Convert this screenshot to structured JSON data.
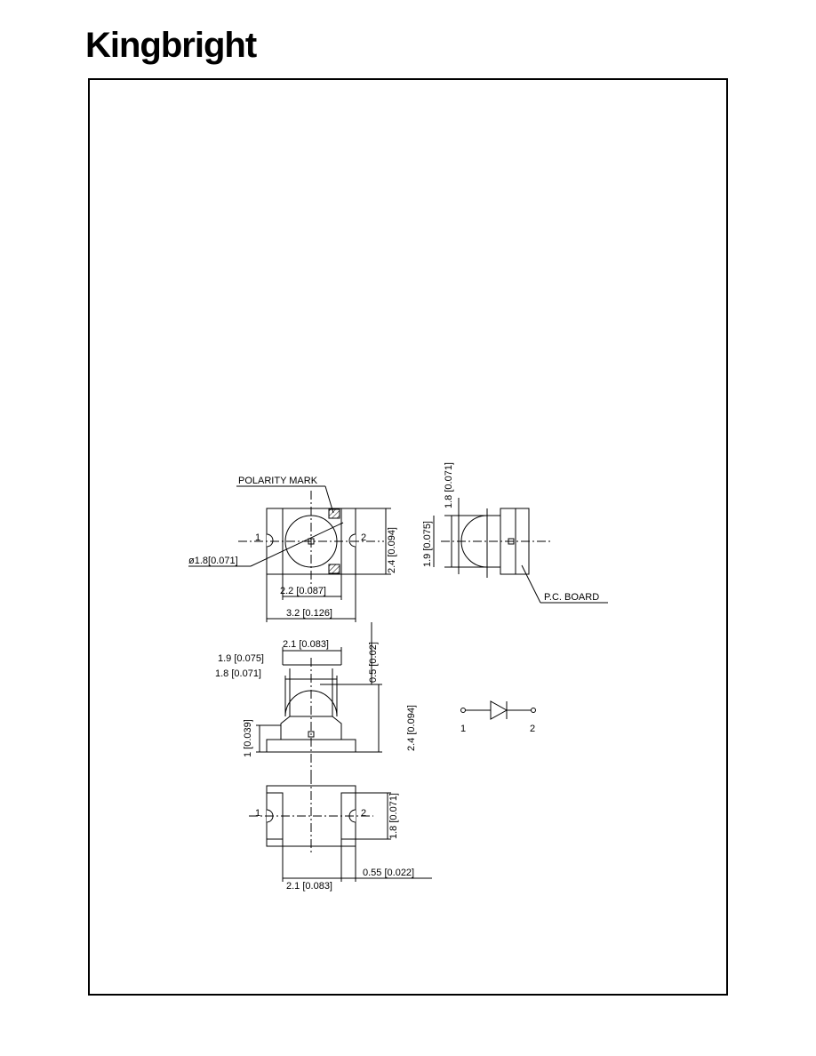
{
  "brand": {
    "name": "Kingbright",
    "color": "#000000"
  },
  "top_view": {
    "polarity_mark": "POLARITY MARK",
    "pin1": "1",
    "pin2": "2",
    "lens_dia": "ø1.8[0.071]",
    "width_inner": "2.2 [0.087]",
    "width_total": "3.2 [0.126]",
    "height": "2.4 [0.094]"
  },
  "side_view": {
    "lens_height": "1.8 [0.071]",
    "body_height": "1.9 [0.075]",
    "pc_board": "P.C. BOARD"
  },
  "front_view": {
    "width_top": "2.1 [0.083]",
    "width_a": "1.9 [0.075]",
    "width_b": "1.8 [0.071]",
    "gap": "0.5 [0.02]",
    "height_total": "2.4 [0.094]",
    "base": "1 [0.039]"
  },
  "bottom_view": {
    "pin1": "1",
    "pin2": "2",
    "pad_height": "1.8 [0.071]",
    "pad_gap": "0.55 [0.022]",
    "pad_width": "2.1 [0.083]"
  },
  "schematic": {
    "pin1": "1",
    "pin2": "2"
  }
}
